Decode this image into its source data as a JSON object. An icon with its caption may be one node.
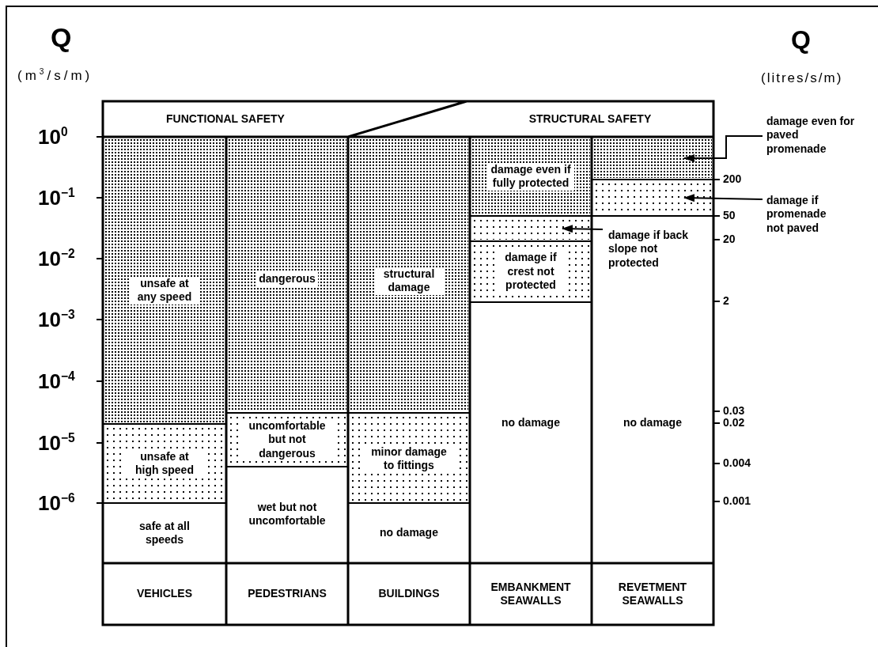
{
  "diagram": {
    "nodes": [
      {
        "text": [
          "FUNCTIONAL SAFETY"
        ]
      },
      {
        "text": [
          "STRUCTURAL SAFETY"
        ]
      },
      {
        "text": [
          "unsafe at any speed"
        ]
      },
      {
        "text": [
          "dangerous"
        ]
      },
      {
        "text": [
          "structural damage"
        ]
      },
      {
        "text": [
          "damage even if fully protected"
        ]
      },
      {
        "text": [],
        "shape": "box"
      },
      {
        "text": [
          "damage even for paved promenade"
        ]
      },
      {
        "text": [],
        "shape": "box"
      },
      {
        "text": [
          "damage if promenade not paved"
        ]
      },
      {
        "text": [],
        "shape": "box"
      },
      {
        "text": [
          "no damage"
        ]
      },
      {
        "text": [
          "damage if back slope not protected"
        ],
        "in": 11
      },
      {
        "text": [
          "damage if crest not protected"
        ]
      },
      {
        "text": [
          "no damage"
        ]
      },
      {
        "text": [
          "unsafe at high speed"
        ]
      },
      {
        "text": [
          "uncomfortable but not dangerous"
        ]
      },
      {
        "text": [
          "minor damage to fittings"
        ]
      },
      {
        "text": [
          "safe at all speeds"
        ]
      },
      {
        "text": [
          "wet but not uncomfortable"
        ]
      },
      {
        "text": [
          "no damage"
        ]
      },
      {
        "text": [
          "VEHICLES"
        ]
      },
      {
        "text": [
          "PEDESTRIANS"
        ]
      },
      {
        "text": [
          "BUILDINGS"
        ]
      },
      {
        "text": [
          "EMBANKMENT SEAWALLS"
        ]
      },
      {
        "text": [
          "REVETMENT SEAWALLS"
        ]
      }
    ],
    "edges": [
      {
        "from": 7,
        "to": 6,
        "arrow": "to"
      },
      {
        "from": 9,
        "to": 8,
        "arrow": "to"
      },
      {
        "from": 12,
        "to": 10,
        "arrow": "to"
      }
    ],
    "labels": [
      "Q",
      "(m$^{3}$/s/m)",
      "Q",
      "(litres/s/m)",
      "10$^{0}$",
      "10$^{−1}$",
      "10$^{−2}$",
      "10$^{−3}$",
      "10$^{−4}$",
      "10$^{−5}$",
      "10$^{−6}$",
      "200",
      "50",
      "20",
      "2",
      "0.03",
      "0.02",
      "0.004",
      "0.001"
    ]
  }
}
